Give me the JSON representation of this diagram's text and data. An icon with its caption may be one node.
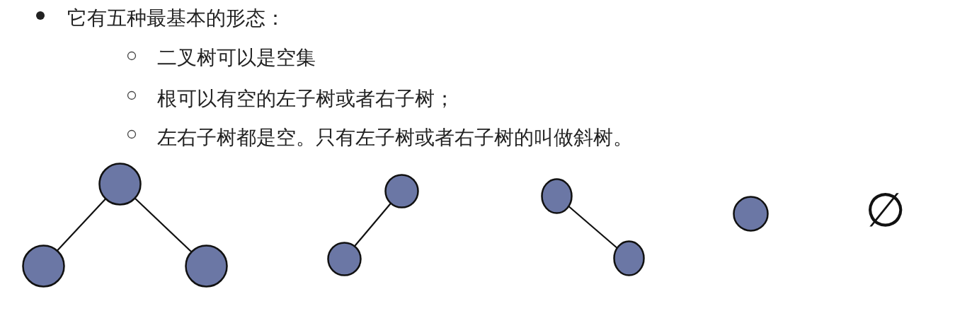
{
  "diagram": {
    "nodes": [
      {
        "text": [],
        "shape": "circle"
      },
      {
        "text": [],
        "shape": "circle"
      },
      {
        "text": [],
        "shape": "circle"
      },
      {
        "text": [],
        "shape": "circle"
      },
      {
        "text": [],
        "shape": "circle"
      },
      {
        "text": [],
        "shape": "circle"
      },
      {
        "text": [],
        "shape": "circle"
      },
      {
        "text": [],
        "shape": "circle"
      }
    ],
    "edges": [
      {
        "from": 0,
        "to": 1,
        "arrow": "none"
      },
      {
        "from": 0,
        "to": 2,
        "arrow": "none"
      },
      {
        "from": 3,
        "to": 4,
        "arrow": "none"
      },
      {
        "from": 5,
        "to": 6,
        "arrow": "none"
      }
    ],
    "labels": [
      "它有五种最基本的形态：",
      "二叉树可以是空集",
      "根可以有空的左子树或者右子树；",
      "左右子树都是空。只有左子树或者右子树的叫做斜树。",
      "∅"
    ]
  }
}
